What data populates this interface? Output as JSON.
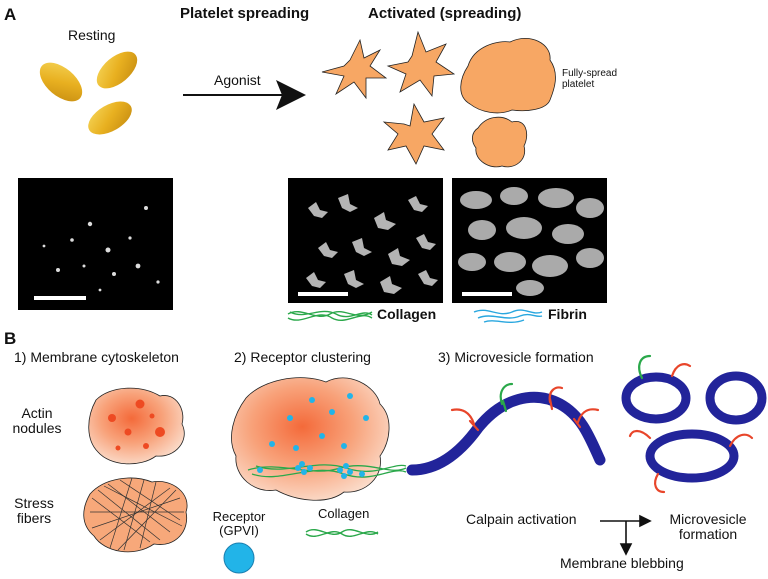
{
  "panel_a": {
    "letter": "A",
    "header_spreading": "Platelet spreading",
    "header_activated": "Activated (spreading)",
    "resting_label": "Resting",
    "agonist_label": "Agonist",
    "fully_spread_label": "Fully-spread platelet",
    "collagen_label": "Collagen",
    "fibrin_label": "Fibrin"
  },
  "panel_b": {
    "letter": "B",
    "step1_title": "1) Membrane cytoskeleton",
    "step2_title": "2) Receptor clustering",
    "step3_title": "3) Microvesicle formation",
    "actin_line1": "Actin",
    "actin_line2": "nodules",
    "stress_line1": "Stress",
    "stress_line2": "fibers",
    "receptor_line1": "Receptor",
    "receptor_line2": "(GPVI)",
    "collagen_legend": "Collagen",
    "calpain_label": "Calpain activation",
    "microvesicle_line1": "Microvesicle",
    "microvesicle_line2": "formation",
    "blebbing_label": "Membrane blebbing"
  },
  "colors": {
    "platelet_resting": "#e8b020",
    "platelet_spread": "#f7a764",
    "membrane": "#22249a",
    "collagen": "#2aa84a",
    "fibrin": "#29a7df",
    "receptor": "#22b4e8",
    "lipid_red": "#e8452a",
    "lipid_green": "#2aa84a"
  }
}
